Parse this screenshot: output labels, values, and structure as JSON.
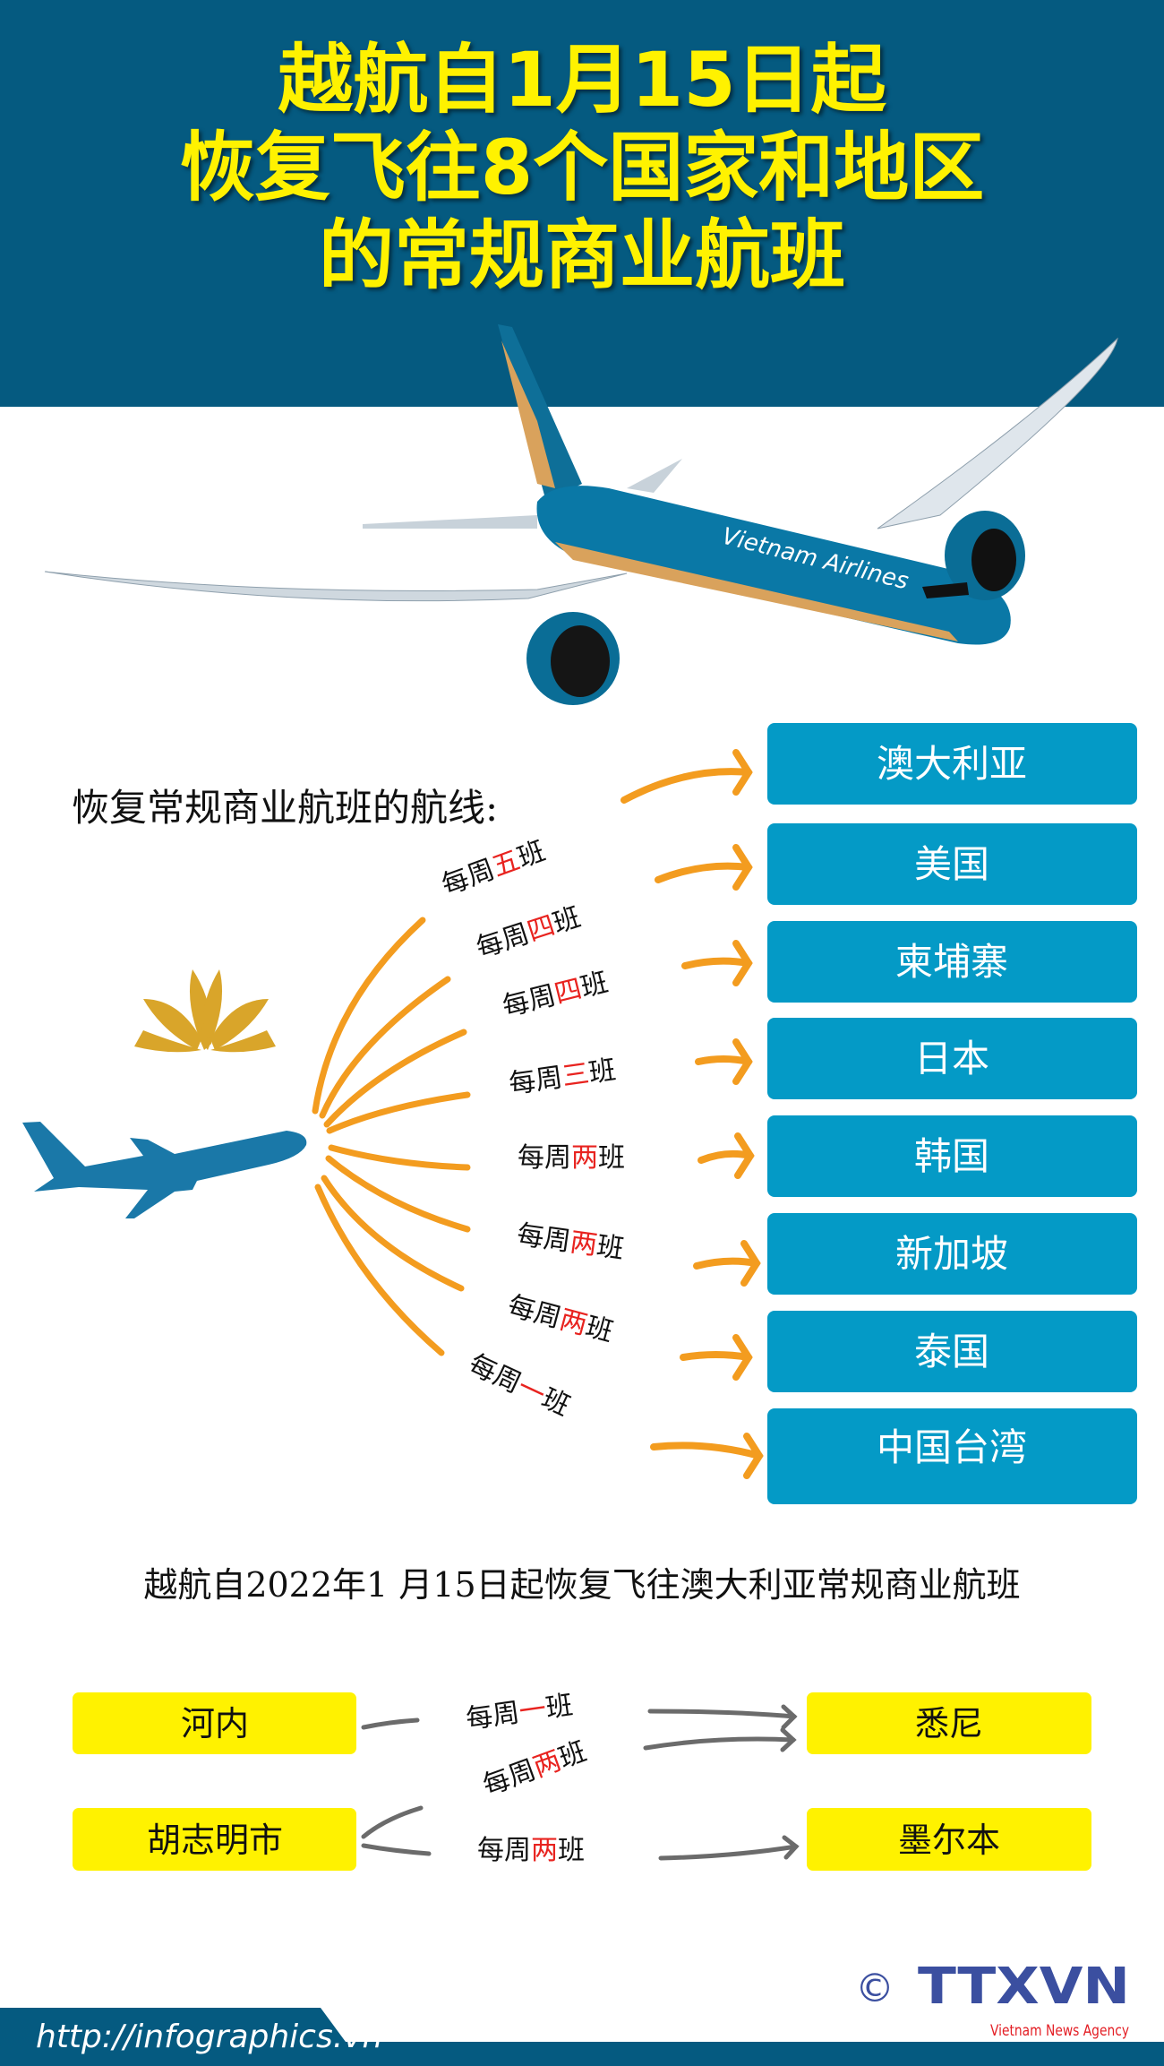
{
  "header": {
    "title_lines": [
      "越航自1月15日起",
      "恢复飞往8个国家和地区",
      "的常规商业航班"
    ],
    "bg_color": "#055a80",
    "title_color": "#fff200"
  },
  "airliner_livery_text": "Vietnam Airlines",
  "routes": {
    "heading": "恢复常规商业航班的航线:",
    "frequency_prefix": "每周",
    "frequency_suffix": "班",
    "items": [
      {
        "destination": "澳大利亚",
        "count": "五"
      },
      {
        "destination": "美国",
        "count": "四"
      },
      {
        "destination": "柬埔寨",
        "count": "四"
      },
      {
        "destination": "日本",
        "count": "三"
      },
      {
        "destination": "韩国",
        "count": "两"
      },
      {
        "destination": "新加坡",
        "count": "两"
      },
      {
        "destination": "泰国",
        "count": "两"
      },
      {
        "destination": "中国台湾",
        "count": "一"
      }
    ],
    "box_color": "#049ac6",
    "arrow_color": "#f39c1f"
  },
  "australia": {
    "heading": "越航自2022年1 月15日起恢复飞往澳大利亚常规商业航班",
    "origins": [
      "河内",
      "胡志明市"
    ],
    "destinations": [
      "悉尼",
      "墨尔本"
    ],
    "links": [
      {
        "from": "河内",
        "to": "悉尼",
        "count": "一"
      },
      {
        "from": "胡志明市",
        "to": "悉尼",
        "count": "两"
      },
      {
        "from": "胡志明市",
        "to": "墨尔本",
        "count": "两"
      }
    ],
    "box_color": "#fff200"
  },
  "footer": {
    "url": "http://infographics.vn",
    "logo_text": "TTXVN",
    "logo_sub": "Vietnam News Agency",
    "copyright": "©",
    "bg_color": "#055a80"
  }
}
